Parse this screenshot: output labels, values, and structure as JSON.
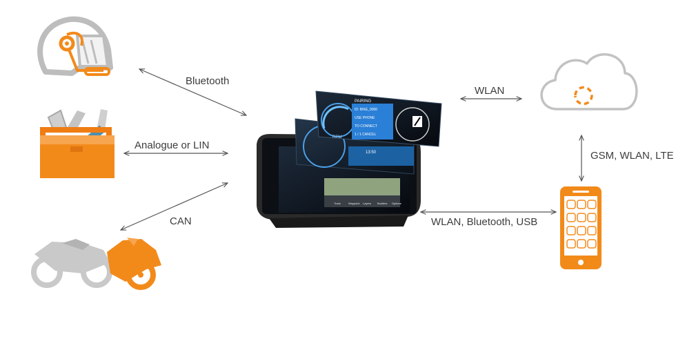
{
  "labels": {
    "bluetooth": "Bluetooth",
    "analogue_lin": "Analogue or LIN",
    "can": "CAN",
    "wlan_cloud": "WLAN",
    "gsm": "GSM, WLAN,  LTE",
    "wlan_bt_usb": "WLAN, Bluetooth,  USB"
  },
  "screens": {
    "rpm": "RPM",
    "pairing_title": "PAIRING",
    "pairing_lines": [
      "ID: BIKE_0000",
      "USE PHONE",
      "TO CONNECT",
      "1 / 1 CANCEL"
    ],
    "time": "13:50",
    "nav_items": [
      "Track",
      "Waypoint",
      "Layers",
      "Buddies",
      "Options"
    ]
  },
  "colors": {
    "accent": "#f28a1a",
    "icon_gray": "#bdbdbd",
    "arrow": "#555555",
    "text": "#3c3c3c"
  },
  "icons": [
    "helmet-icon",
    "toolbox-icon",
    "motorcycle-icon",
    "cloud-icon",
    "smartphone-icon",
    "display-device"
  ]
}
